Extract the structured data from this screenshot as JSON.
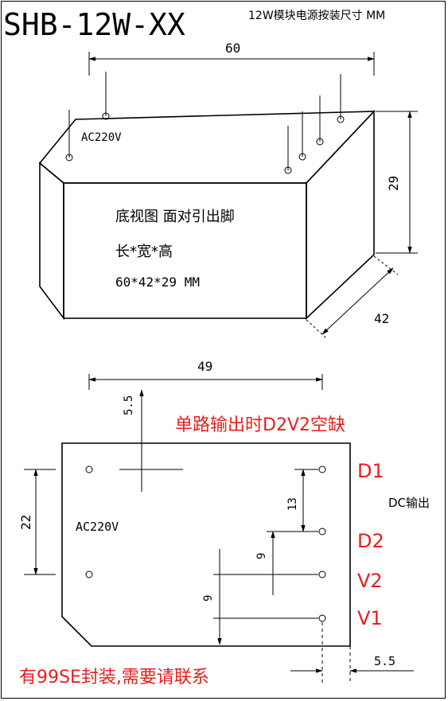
{
  "header": {
    "model": "SHB-12W-XX",
    "subtitle": "12W模块电源按装尺寸 MM"
  },
  "top_view": {
    "dim_length": "60",
    "dim_height": "29",
    "dim_width": "42",
    "input_label": "AC220V",
    "face_note": "底视图 面对引出脚",
    "size_label": "长*宽*高",
    "size_value": "60*42*29 MM"
  },
  "bottom_view": {
    "dim_span": "49",
    "dim_offset_top": "5.5",
    "dim_ac_spacing": "22",
    "dim_d1_d2": "13",
    "dim_d2_v2": "9",
    "dim_v2_v1": "9",
    "dim_offset_right": "5.5",
    "input_label": "AC220V",
    "output_label": "DC输出",
    "pins": [
      "D1",
      "D2",
      "V2",
      "V1"
    ],
    "note_single": "单路输出时D2V2空缺",
    "note_package": "有99SE封装,需要请联系"
  },
  "colors": {
    "note": "#e8201c",
    "line": "#000000"
  }
}
